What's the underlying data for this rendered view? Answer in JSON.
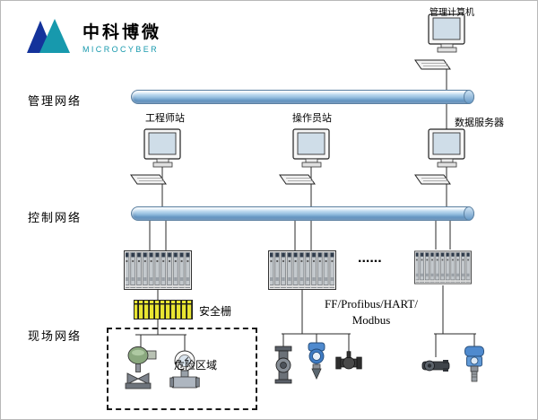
{
  "logo": {
    "title": "中科博微",
    "subtitle": "MICROCYBER",
    "brand_navy": "#14339b",
    "brand_teal": "#1799ad"
  },
  "network_labels": {
    "management": "管理网络",
    "control": "控制网络",
    "field": "现场网络"
  },
  "nodes": {
    "management_computer": "管理计算机",
    "engineer_station": "工程师站",
    "operator_station": "操作员站",
    "data_server": "数据服务器",
    "controllers_ellipsis": "......",
    "safety_barrier": "安全栅",
    "hazard_area": "危险区域"
  },
  "fieldbus": {
    "line1": "FF/Profibus/HART/",
    "line2": "Modbus"
  },
  "colors": {
    "bus_blue": "#76a9d4",
    "barrier_yellow": "#e8e431",
    "instrument_blue": "#4f8ace",
    "line_black": "#2a2a2a"
  }
}
